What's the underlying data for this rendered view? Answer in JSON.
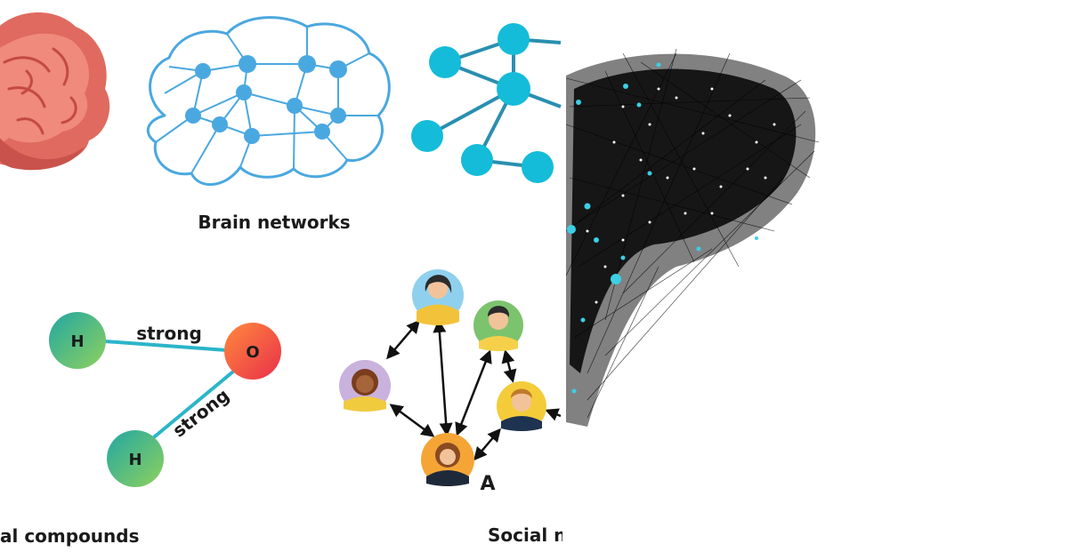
{
  "labels": {
    "brain_networks": "Brain networks",
    "chemical_compounds": "al compounds",
    "social_networks": "Social n"
  },
  "molecule": {
    "atom_h1": "H",
    "atom_o": "O",
    "atom_h2": "H",
    "bond_top": "strong",
    "bond_bottom": "strong"
  },
  "social": {
    "person_a_label": "A"
  },
  "colors": {
    "brain_pink": "#e06a5f",
    "network_blue": "#1fb8d6",
    "line_blue": "#2a8fb0",
    "outline_blue": "#4aa8e0",
    "hydrogen_start": "#21a7a3",
    "hydrogen_end": "#8fd15c",
    "oxygen_start": "#ff7a3d",
    "oxygen_end": "#f0374a",
    "bond_color": "#2bb5c9",
    "hairball_black": "#0a0a0a",
    "hairball_cyan": "#3ad0e6"
  },
  "icons": [
    "brain-icon",
    "brain-network-icon",
    "graph-icon",
    "person-icon",
    "hairball-network-icon"
  ]
}
